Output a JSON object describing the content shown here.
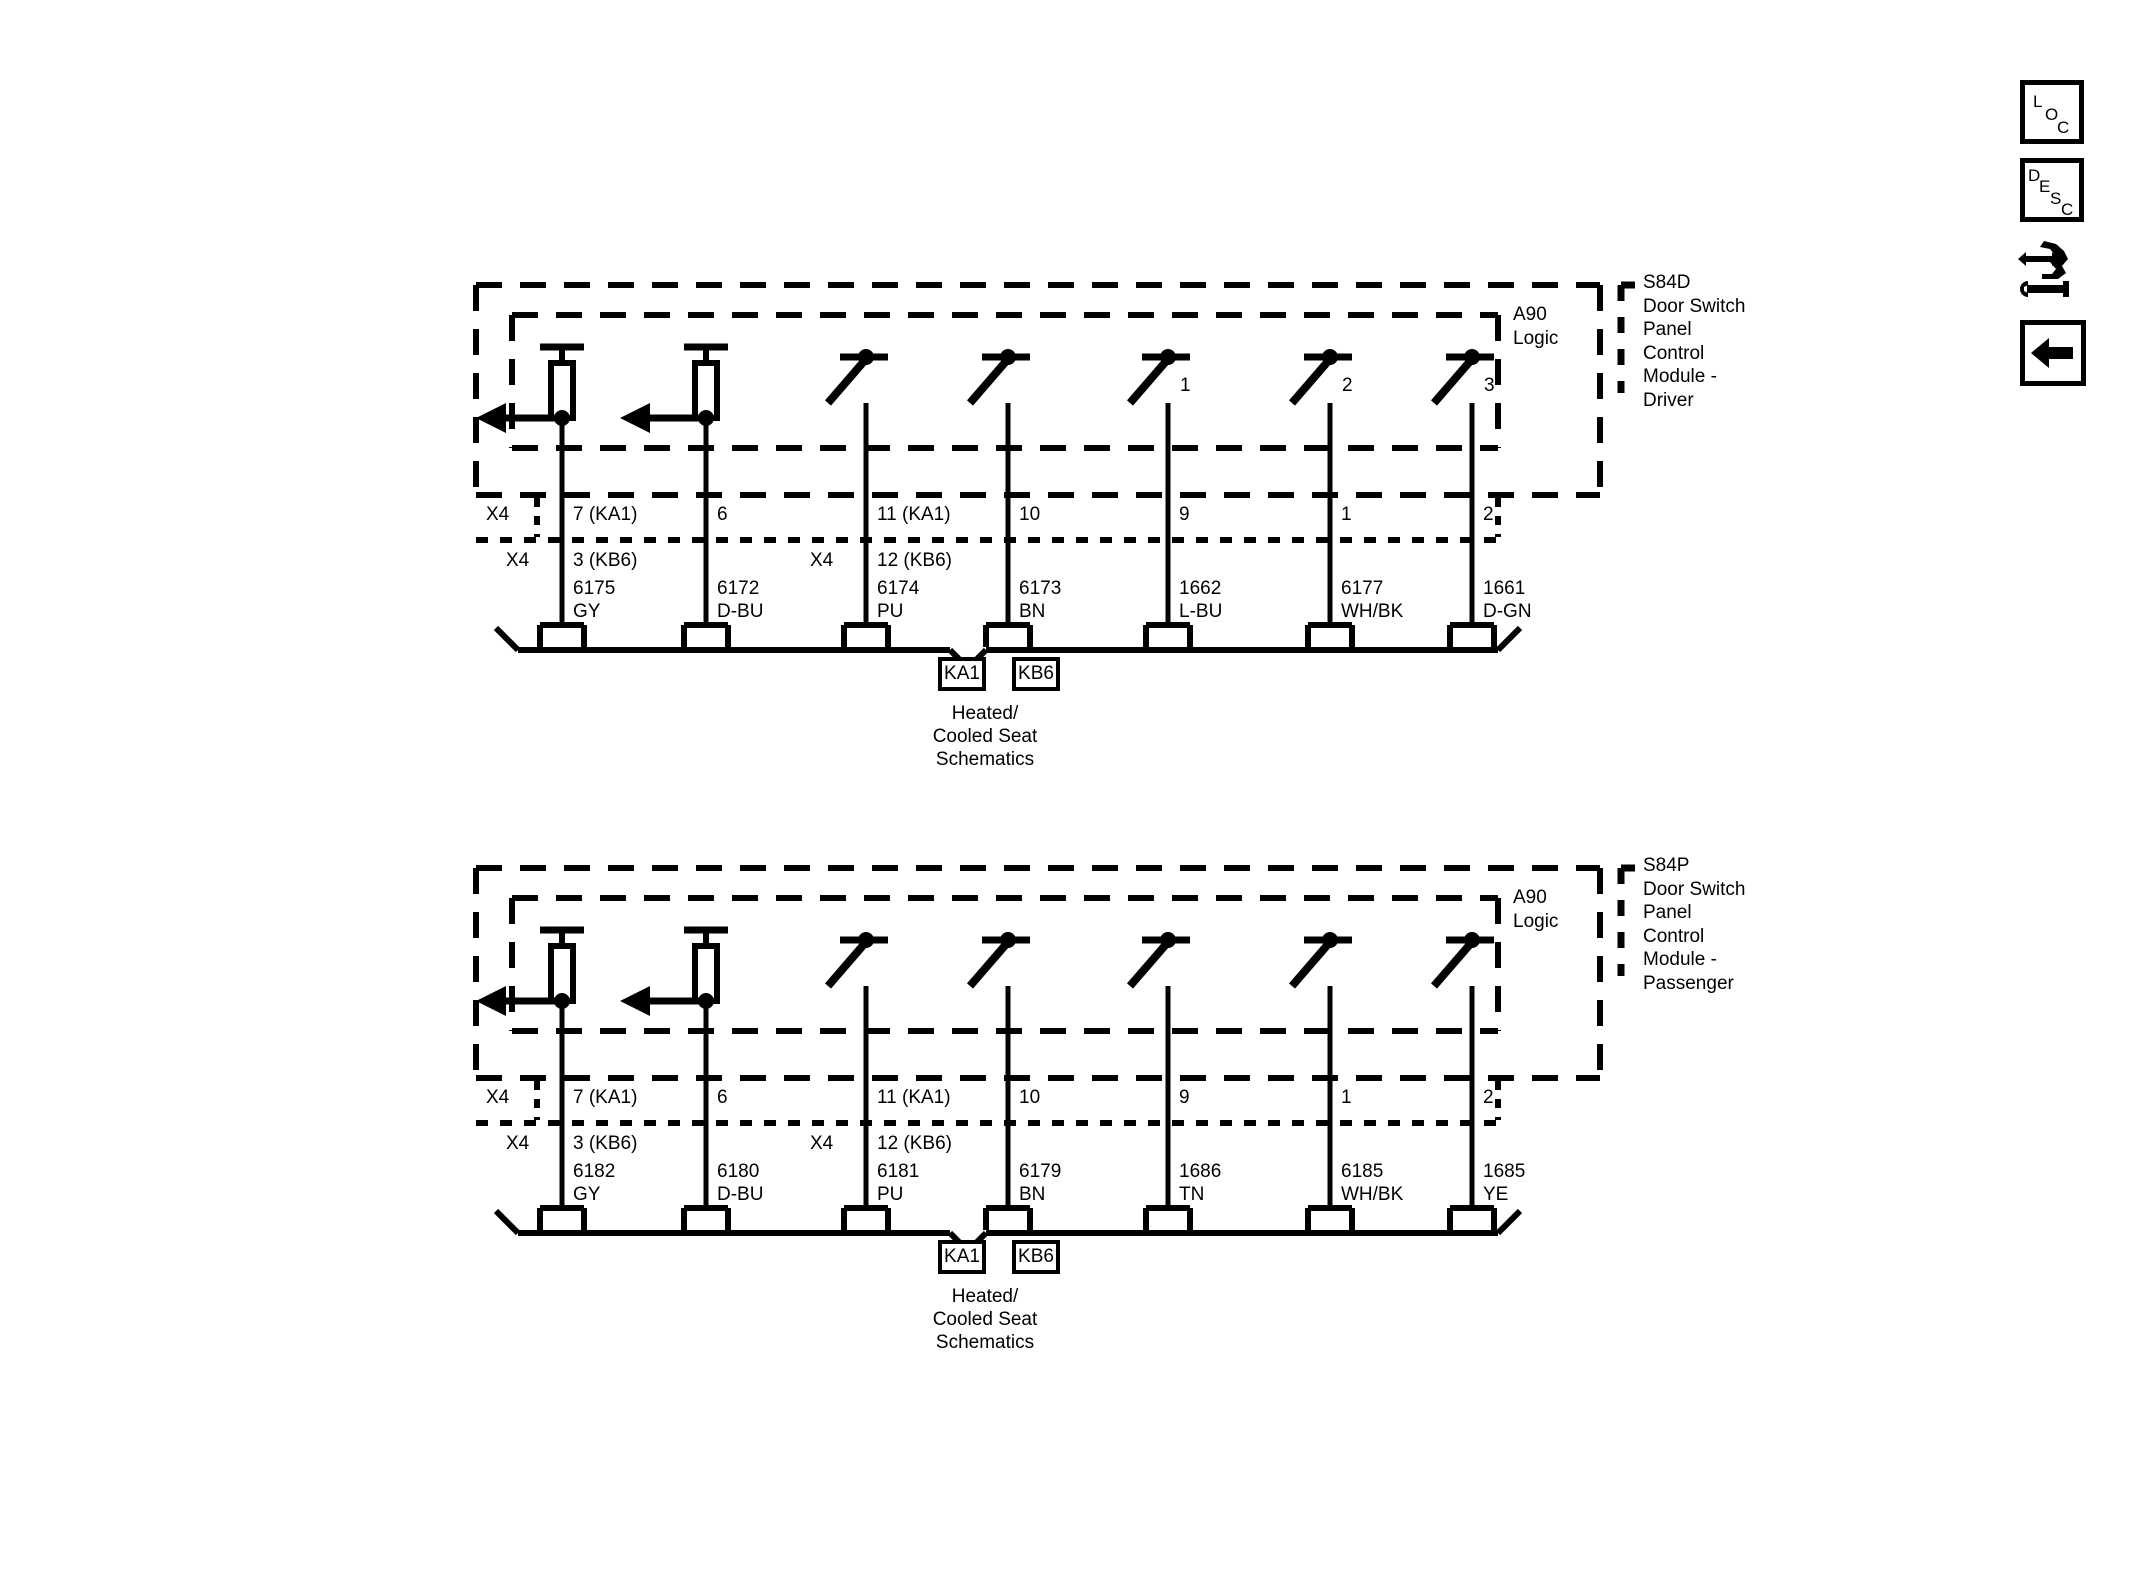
{
  "toolbar": {
    "loc_label": "LOC",
    "loc_letters": [
      "L",
      "O",
      "C"
    ],
    "desc_label": "DESC",
    "desc_letters": [
      "D",
      "E",
      "S",
      "C"
    ],
    "harness_icon_name": "harness-tool-icon",
    "back_label": "Back"
  },
  "diagrams": [
    {
      "id": "driver",
      "module_code": "S84D",
      "module_name": "S84D\nDoor Switch\nPanel\nControl\nModule -\nDriver",
      "logic_label": "A90\nLogic",
      "connector_prefix": "X4",
      "pins_row1": [
        "7 (KA1)",
        "6",
        "11 (KA1)",
        "10",
        "9",
        "1",
        "2"
      ],
      "pins_row2": [
        "3 (KB6)",
        "",
        "12 (KB6)",
        "",
        "",
        "",
        ""
      ],
      "row2_prefixes": [
        "X4",
        "",
        "X4",
        "",
        "",
        "",
        ""
      ],
      "switch_positions": [
        "",
        "",
        "",
        "",
        "1",
        "2",
        "3"
      ],
      "switch_types": [
        "rheostat",
        "rheostat",
        "switch",
        "switch",
        "switch",
        "switch",
        "switch"
      ],
      "wires": [
        {
          "number": "6175",
          "color": "GY"
        },
        {
          "number": "6172",
          "color": "D-BU"
        },
        {
          "number": "6174",
          "color": "PU"
        },
        {
          "number": "6173",
          "color": "BN"
        },
        {
          "number": "1662",
          "color": "L-BU"
        },
        {
          "number": "6177",
          "color": "WH/BK"
        },
        {
          "number": "1661",
          "color": "D-GN"
        }
      ],
      "harness_connectors": [
        "KA1",
        "KB6"
      ],
      "harness_caption": "Heated/\nCooled Seat\nSchematics"
    },
    {
      "id": "passenger",
      "module_code": "S84P",
      "module_name": "S84P\nDoor Switch\nPanel\nControl\nModule -\nPassenger",
      "logic_label": "A90\nLogic",
      "connector_prefix": "X4",
      "pins_row1": [
        "7 (KA1)",
        "6",
        "11 (KA1)",
        "10",
        "9",
        "1",
        "2"
      ],
      "pins_row2": [
        "3 (KB6)",
        "",
        "12 (KB6)",
        "",
        "",
        "",
        ""
      ],
      "row2_prefixes": [
        "X4",
        "",
        "X4",
        "",
        "",
        "",
        ""
      ],
      "switch_positions": [
        "",
        "",
        "",
        "",
        "",
        "",
        ""
      ],
      "switch_types": [
        "rheostat",
        "rheostat",
        "switch",
        "switch",
        "switch",
        "switch",
        "switch"
      ],
      "wires": [
        {
          "number": "6182",
          "color": "GY"
        },
        {
          "number": "6180",
          "color": "D-BU"
        },
        {
          "number": "6181",
          "color": "PU"
        },
        {
          "number": "6179",
          "color": "BN"
        },
        {
          "number": "1686",
          "color": "TN"
        },
        {
          "number": "6185",
          "color": "WH/BK"
        },
        {
          "number": "1685",
          "color": "YE"
        }
      ],
      "harness_connectors": [
        "KA1",
        "KB6"
      ],
      "harness_caption": "Heated/\nCooled Seat\nSchematics"
    }
  ],
  "colors": {
    "line": "#000000",
    "background": "#ffffff"
  }
}
